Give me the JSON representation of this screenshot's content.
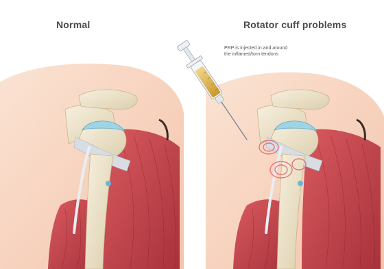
{
  "panels": {
    "left": {
      "title": "Normal"
    },
    "right": {
      "title": "Rotator cuff problems"
    }
  },
  "annotation": {
    "line1": "PRP is injected in and around",
    "line2": "the inflamed/torn tendons"
  },
  "colors": {
    "skin": "#f7d3bf",
    "skin_light": "#fbe6d8",
    "muscle": "#c9434b",
    "muscle_dark": "#a5303a",
    "bone": "#f0e6cf",
    "cartilage": "#9fd3e6",
    "tendon": "#d7dde3",
    "inflammation": "#e46b74",
    "syringe_fluid": "#d9b24a"
  },
  "icons": {
    "syringe": "syringe-icon"
  }
}
